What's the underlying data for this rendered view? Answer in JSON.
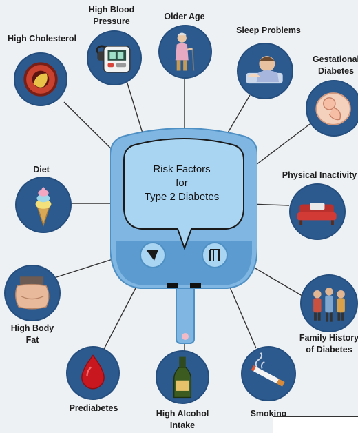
{
  "title_lines": [
    "Risk Factors",
    "for",
    "Type 2 Diabetes"
  ],
  "factors": [
    {
      "id": "high-cholesterol",
      "lines": [
        "High Cholesterol"
      ],
      "icon": "artery-plaque-icon"
    },
    {
      "id": "high-blood-pressure",
      "lines": [
        "High Blood",
        "Pressure"
      ],
      "icon": "blood-pressure-monitor-icon"
    },
    {
      "id": "older-age",
      "lines": [
        "Older Age"
      ],
      "icon": "elderly-person-icon"
    },
    {
      "id": "sleep-problems",
      "lines": [
        "Sleep Problems"
      ],
      "icon": "sleepless-person-icon"
    },
    {
      "id": "gestational-diabetes",
      "lines": [
        "Gestational",
        "Diabetes"
      ],
      "icon": "fetus-icon"
    },
    {
      "id": "diet",
      "lines": [
        "Diet"
      ],
      "icon": "ice-cream-icon"
    },
    {
      "id": "physical-inactivity",
      "lines": [
        "Physical Inactivity"
      ],
      "icon": "couch-icon"
    },
    {
      "id": "high-body-fat",
      "lines": [
        "High Body",
        "Fat"
      ],
      "icon": "belly-fat-icon"
    },
    {
      "id": "family-history",
      "lines": [
        "Family History",
        "of Diabetes"
      ],
      "icon": "family-icon"
    },
    {
      "id": "prediabetes",
      "lines": [
        "Prediabetes"
      ],
      "icon": "blood-drop-icon"
    },
    {
      "id": "high-alcohol-intake",
      "lines": [
        "High Alcohol",
        "Intake"
      ],
      "icon": "bottle-icon"
    },
    {
      "id": "smoking",
      "lines": [
        "Smoking"
      ],
      "icon": "cigarette-icon"
    }
  ],
  "colors": {
    "circle": "#2c5a8f",
    "meter_body": "#7fb6e2",
    "meter_face": "#a9d4f2",
    "meter_dark": "#4e8fc4",
    "line": "#333333"
  }
}
